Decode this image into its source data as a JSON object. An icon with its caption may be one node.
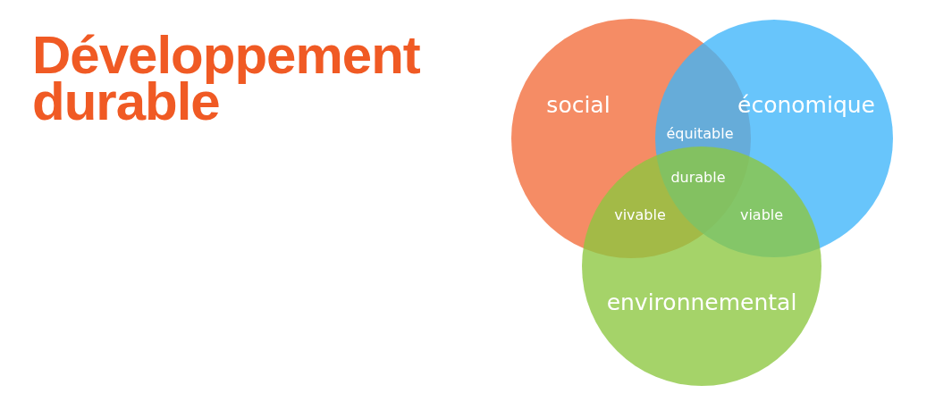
{
  "diagram": {
    "title": "Développement durable",
    "nodes": [
      {
        "text": [
          "social"
        ]
      },
      {
        "text": [
          "économique"
        ]
      },
      {
        "text": [
          "environnemental"
        ]
      }
    ],
    "labels": [
      "équitable",
      "durable",
      "vivable",
      "viable"
    ]
  }
}
